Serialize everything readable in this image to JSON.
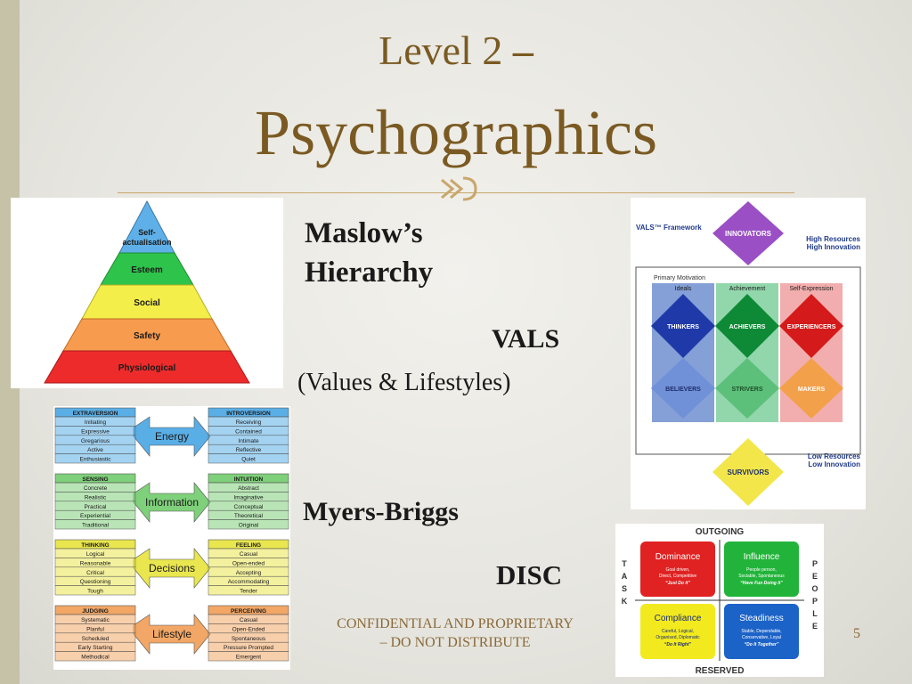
{
  "slide": {
    "title_line1": "Level 2",
    "title_dash": "–",
    "title_line2": "Psychographics",
    "page_number": "5",
    "footer_line1": "CONFIDENTIAL AND PROPRIETARY",
    "footer_line2": "– DO NOT DISTRIBUTE"
  },
  "labels": {
    "maslow_line1": "Maslow’s",
    "maslow_line2": "Hierarchy",
    "vals": "VALS",
    "vals_sub": "(Values & Lifestyles)",
    "myers": "Myers-Briggs",
    "disc": "DISC"
  },
  "maslow_pyramid": {
    "levels": [
      {
        "label": "Self-",
        "label2": "actualisation",
        "color": "#5fb0e8"
      },
      {
        "label": "Esteem",
        "color": "#2ec44b"
      },
      {
        "label": "Social",
        "color": "#f4ee4a"
      },
      {
        "label": "Safety",
        "color": "#f79b4e"
      },
      {
        "label": "Physiological",
        "color": "#ee2b2b"
      }
    ]
  },
  "vals_framework": {
    "title": "VALS™ Framework",
    "top_right": [
      "High Resources",
      "High Innovation"
    ],
    "bottom_right": [
      "Low Resources",
      "Low Innovation"
    ],
    "primary_motivation": "Primary Motivation",
    "columns": [
      "Ideals",
      "Achievement",
      "Self-Expression"
    ],
    "top": "INNOVATORS",
    "row1": [
      "THINKERS",
      "ACHIEVERS",
      "EXPERIENCERS"
    ],
    "row2": [
      "BELIEVERS",
      "STRIVERS",
      "MAKERS"
    ],
    "bottom": "SURVIVORS"
  },
  "myers_briggs": {
    "rows": [
      {
        "left_head": "EXTRAVERSION",
        "left": [
          "Initiating",
          "Expressive",
          "Gregarious",
          "Active",
          "Enthusiastic"
        ],
        "center": "Energy",
        "right_head": "INTROVERSION",
        "right": [
          "Receiving",
          "Contained",
          "Intimate",
          "Reflective",
          "Quiet"
        ],
        "color": "#5aaee6"
      },
      {
        "left_head": "SENSING",
        "left": [
          "Concrete",
          "Realistic",
          "Practical",
          "Experiential",
          "Traditional"
        ],
        "center": "Information",
        "right_head": "INTUITION",
        "right": [
          "Abstract",
          "Imaginative",
          "Conceptual",
          "Theoretical",
          "Original"
        ],
        "color": "#7fd07a"
      },
      {
        "left_head": "THINKING",
        "left": [
          "Logical",
          "Reasonable",
          "Critical",
          "Questioning",
          "Tough"
        ],
        "center": "Decisions",
        "right_head": "FEELING",
        "right": [
          "Casual",
          "Open-ended",
          "Accepting",
          "Accommodating",
          "Tender"
        ],
        "color": "#e9e64f"
      },
      {
        "left_head": "JUDGING",
        "left": [
          "Systematic",
          "Planful",
          "Scheduled",
          "Early Starting",
          "Methodical"
        ],
        "center": "Lifestyle",
        "right_head": "PERCEIVING",
        "right": [
          "Casual",
          "Open-Ended",
          "Spontaneous",
          "Pressure Prompted",
          "Emergent"
        ],
        "color": "#f2a766"
      }
    ]
  },
  "disc_model": {
    "top": "OUTGOING",
    "bottom": "RESERVED",
    "left": "TASK",
    "right": "PEOPLE",
    "quadrants": [
      {
        "name": "Dominance",
        "desc1": "Goal driven,",
        "desc2": "Direct, Competitive",
        "motto": "“Just Do it”",
        "color": "#e02222"
      },
      {
        "name": "Influence",
        "desc1": "People person,",
        "desc2": "Sociable, Spontaneous",
        "motto": "“Have Fun Doing it”",
        "color": "#22b43a"
      },
      {
        "name": "Compliance",
        "desc1": "Careful, Logical,",
        "desc2": "Organised, Diplomatic",
        "motto": "“Do It Right”",
        "color": "#f2ea1e"
      },
      {
        "name": "Steadiness",
        "desc1": "Stable, Dependable,",
        "desc2": "Conservative, Loyal",
        "motto": "“Do It Together”",
        "color": "#1c63c8"
      }
    ]
  }
}
